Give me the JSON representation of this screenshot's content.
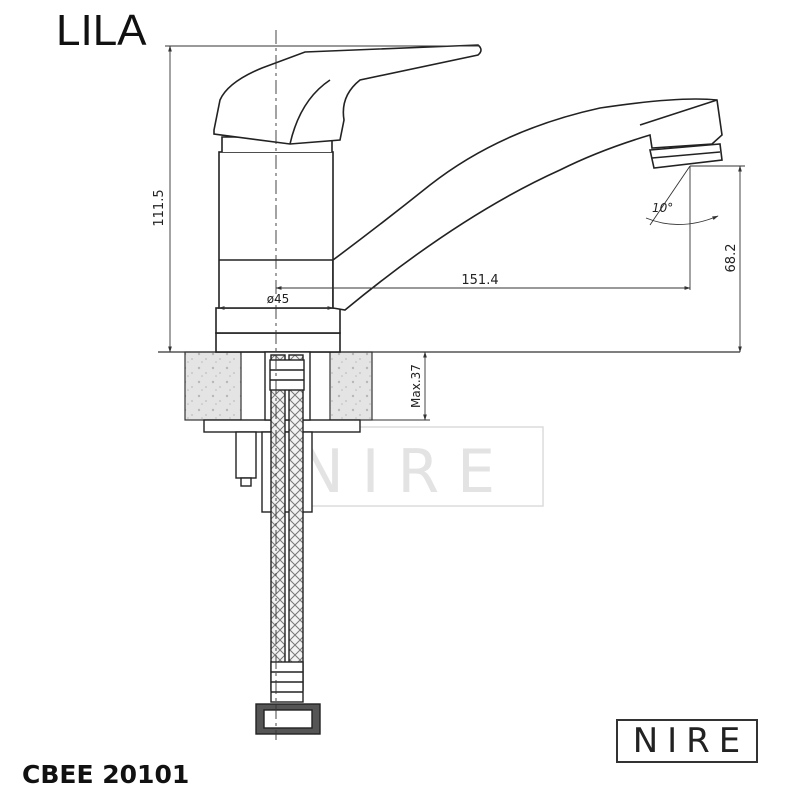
{
  "header": {
    "product_name": "LILA"
  },
  "footer": {
    "model_code": "CBEE 20101",
    "brand": "NIRE"
  },
  "watermark": {
    "text": "NIRE"
  },
  "dimensions": {
    "body_height": "111.5",
    "spout_reach": "151.4",
    "spout_height": "68.2",
    "base_diameter": "ø45",
    "max_counter_thickness": "Max.37",
    "spout_angle": "10°"
  }
}
